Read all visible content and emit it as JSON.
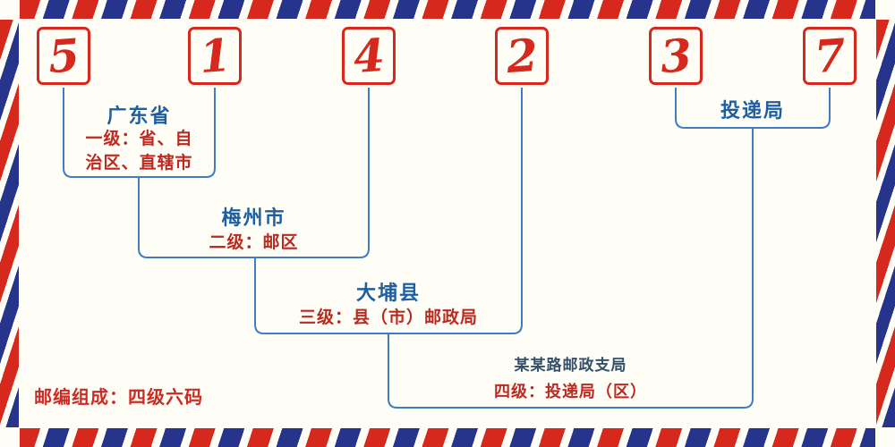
{
  "postal_code": {
    "digits": [
      "5",
      "1",
      "4",
      "2",
      "3",
      "7"
    ]
  },
  "annotations": {
    "level1": {
      "name": "广东省",
      "desc_line1": "一级：省、自",
      "desc_line2": "治区、直辖市"
    },
    "level2": {
      "name": "梅州市",
      "desc": "二级：邮区"
    },
    "level3": {
      "name": "大埔县",
      "desc": "三级：县（市）邮政局"
    },
    "level4": {
      "name": "投递局",
      "branch": "某某路邮政支局",
      "desc": "四级：投递局（区）"
    }
  },
  "footer": {
    "composition": "邮编组成：四级六码"
  },
  "colors": {
    "digit_red": "#d6281c",
    "border_red": "#d6281c",
    "border_blue": "#27348b",
    "line_blue": "#3f7cc0",
    "name_blue": "#1f5fa0",
    "desc_red": "#bb2a20",
    "background": "#fffef6"
  }
}
